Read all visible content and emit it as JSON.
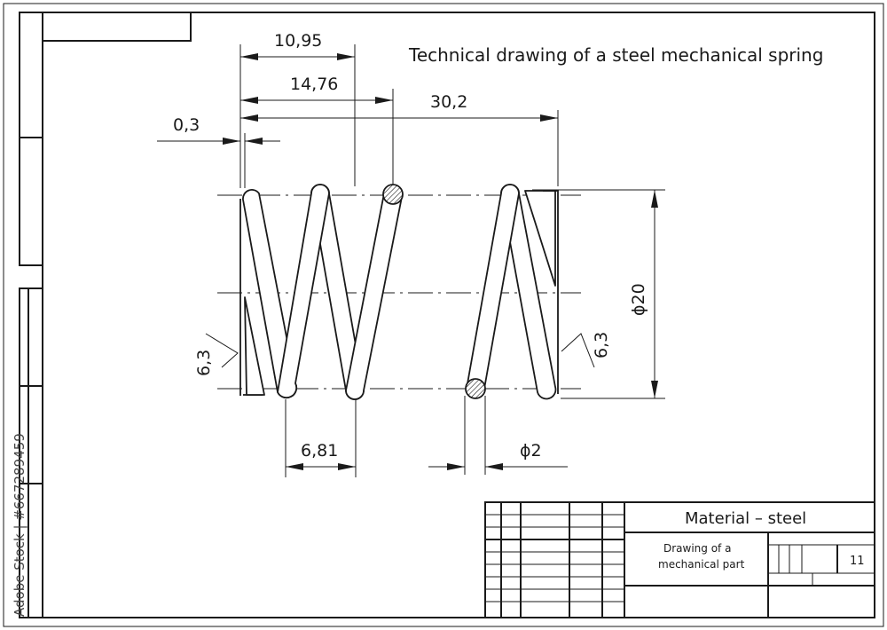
{
  "title": "Technical drawing of a steel mechanical spring",
  "dimensions": {
    "d_10_95": "10,95",
    "d_14_76": "14,76",
    "d_30_2": "30,2",
    "d_0_3": "0,3",
    "d_6_3_left": "6,3",
    "d_6_3_right": "6,3",
    "d_6_81": "6,81",
    "d_phi2": "ϕ2",
    "d_phi20": "ϕ20"
  },
  "title_block": {
    "material": "Material – steel",
    "name_line1": "Drawing of a",
    "name_line2": "mechanical part",
    "sheet": "11"
  },
  "watermark": {
    "id_text": "Adobe Stock | #667289459"
  }
}
